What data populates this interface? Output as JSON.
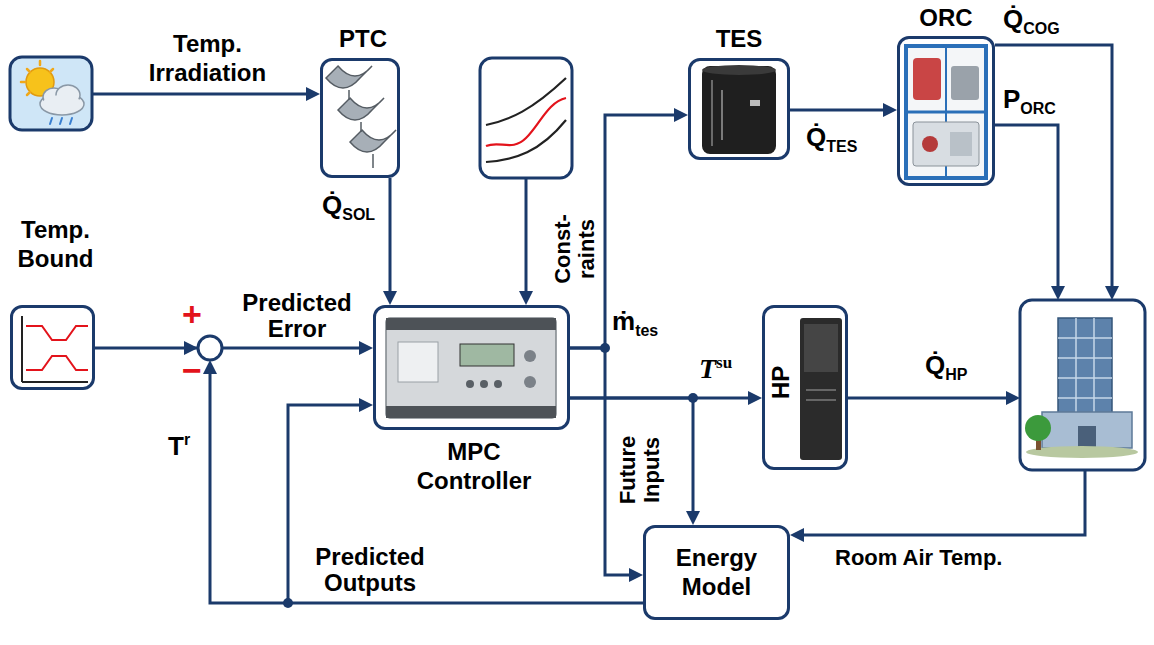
{
  "diagram": {
    "nodes": [
      {
        "text": [
          "PTC"
        ]
      },
      {
        "text": [
          "TES"
        ]
      },
      {
        "text": [
          "ORC"
        ]
      },
      {
        "text": [
          "Temp. Bound"
        ]
      },
      {
        "text": [
          "MPC Controller"
        ]
      },
      {
        "text": [
          "HP"
        ]
      },
      {
        "text": [
          "Energy Model"
        ]
      }
    ],
    "edges": [
      {
        "from": 0,
        "to": 4,
        "arrow": "to",
        "label": "Q̇SOL"
      },
      {
        "from": 3,
        "to": 4,
        "arrow": "to",
        "label": "Predicted Error"
      },
      {
        "from": 4,
        "to": 1,
        "arrow": "to",
        "label": "ṁtes"
      },
      {
        "from": 1,
        "to": 2,
        "arrow": "to",
        "label": "Q̇TES"
      },
      {
        "from": 4,
        "to": 5,
        "arrow": "to",
        "label": "Tsu"
      },
      {
        "from": 4,
        "to": 6,
        "arrow": "to",
        "label": "Future Inputs"
      },
      {
        "from": 6,
        "to": 4,
        "arrow": "to",
        "label": "Predicted Outputs"
      }
    ],
    "labels": [
      "Temp. Irradiation",
      "Const- raints",
      "+",
      "−",
      "Tr",
      "Q̇COG",
      "PORC",
      "Q̇HP",
      "Room Air Temp."
    ]
  }
}
